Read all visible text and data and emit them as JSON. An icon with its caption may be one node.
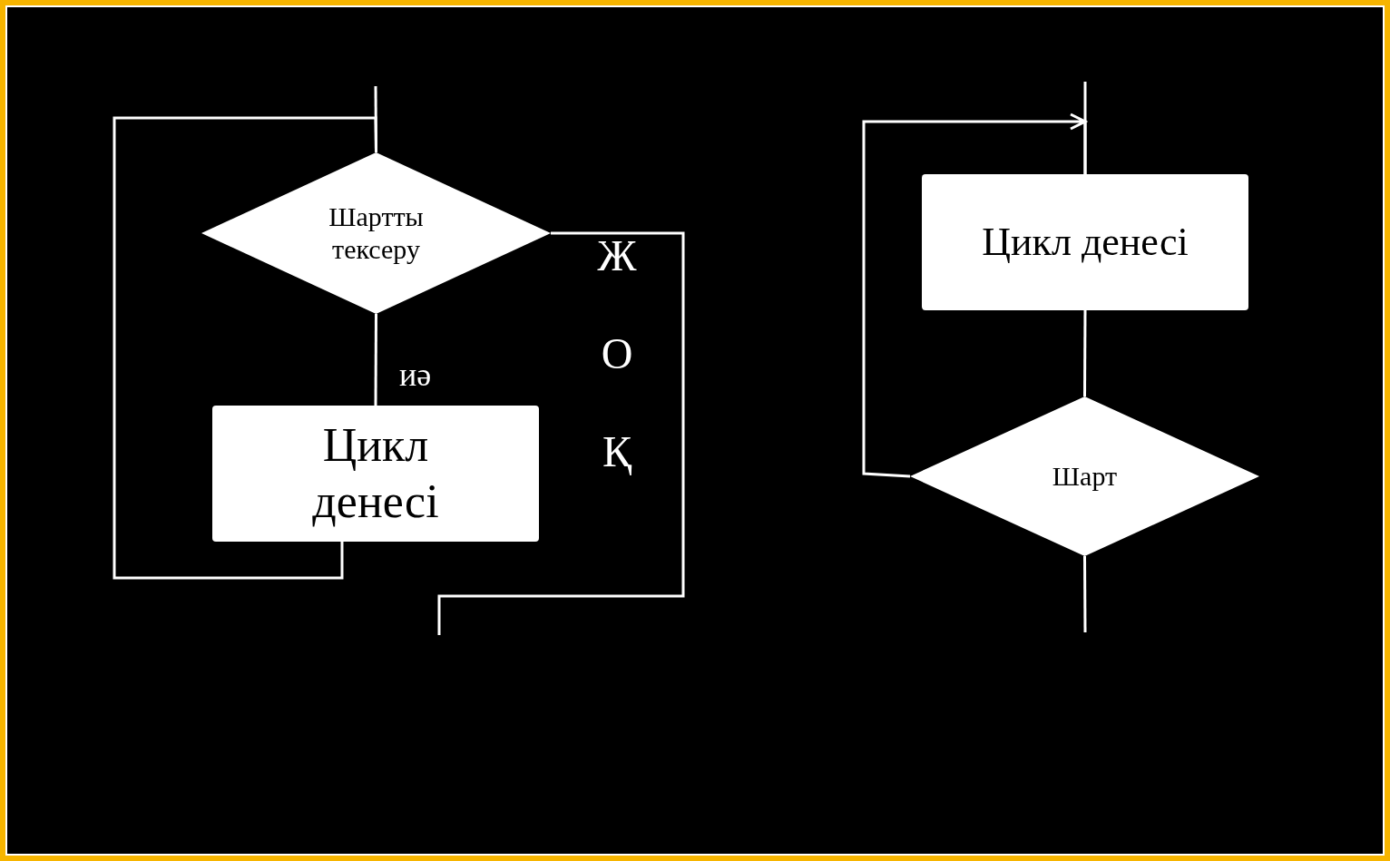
{
  "diagram": {
    "nodes": [
      {
        "text": [
          "Шартты тексеру"
        ]
      },
      {
        "text": [
          "Цикл денесі"
        ]
      },
      {
        "text": [
          "Цикл денесі"
        ]
      },
      {
        "text": [
          "Шарт"
        ]
      }
    ],
    "edges": [
      {
        "from": null,
        "to": 0,
        "arrow": "none"
      },
      {
        "from": 0,
        "to": 1,
        "label": "иә",
        "arrow": "none"
      },
      {
        "from": 1,
        "to": 0,
        "arrow": "none"
      },
      {
        "from": 0,
        "to": null,
        "label": "ЖОҚ",
        "arrow": "none"
      },
      {
        "from": null,
        "to": 2,
        "arrow": "none"
      },
      {
        "from": 2,
        "to": 3,
        "arrow": "none"
      },
      {
        "from": 3,
        "to": 2,
        "arrow": "to"
      },
      {
        "from": 3,
        "to": null,
        "arrow": "none"
      }
    ]
  }
}
